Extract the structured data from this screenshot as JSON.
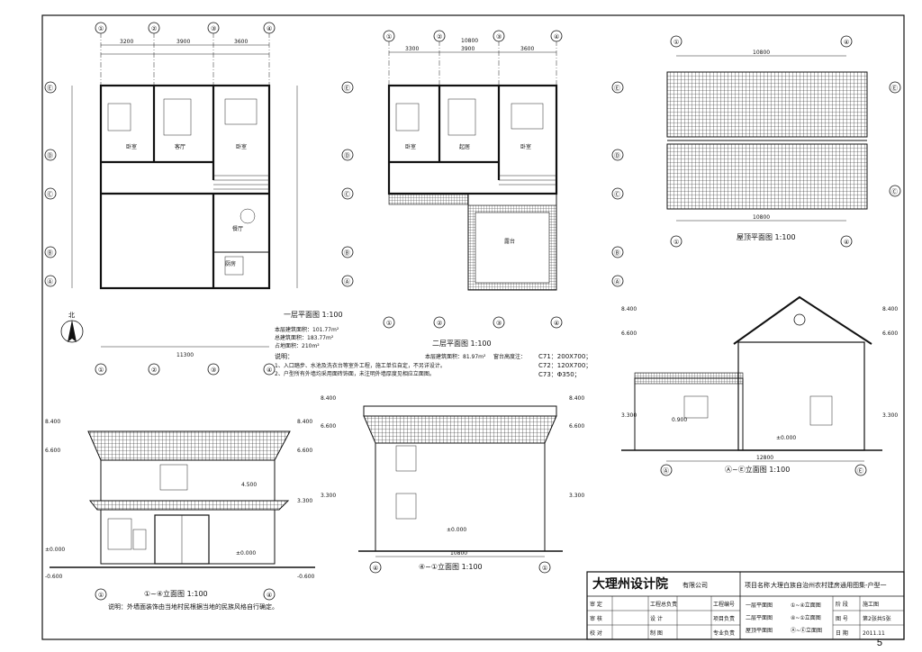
{
  "company": {
    "name": "大理州设计院",
    "suffix": "有限公司"
  },
  "project": {
    "label": "项目名称",
    "name": "大理白族自治州农村建房通用图集-户型一"
  },
  "titles": {
    "plan1": "一层平面图 1:100",
    "plan2": "二层平面图 1:100",
    "roof": "屋顶平面图 1:100",
    "elev_front": "①~④立面图 1:100",
    "elev_back": "④~①立面图 1:100",
    "elev_side": "Ⓐ~Ⓔ立面图 1:100"
  },
  "areas": {
    "plan1": [
      "本层建筑面积：101.77m²",
      "总建筑面积：183.77m²",
      "占地面积：210m²"
    ],
    "plan2": "本层建筑面积：81.97m²"
  },
  "notes": {
    "label": "说明：",
    "items": [
      "1、入口踏步、水池及洗衣台等室外工程，施工单位自定，不另详设计。",
      "2、户型所有外墙均采用面砖饰面，未注明外墙厚度见相应立面图。"
    ],
    "facade": "说明：外墙面装饰由当地村民根据当地的民族风格自行确定。"
  },
  "window_legend": {
    "label": "窗台高度注：",
    "items": [
      "C71：200X700；",
      "C72：120X700；",
      "C73：Φ350；"
    ]
  },
  "north": "北",
  "grid_labels": {
    "cols": [
      "①",
      "②",
      "③",
      "④"
    ],
    "rows": [
      "Ⓐ",
      "Ⓑ",
      "Ⓒ",
      "Ⓓ",
      "Ⓔ"
    ]
  },
  "dims": {
    "p1_top": [
      "3200",
      "3900",
      "3600"
    ],
    "p1_top_total": "11300",
    "p2_top": [
      "3300",
      "3900",
      "3600"
    ],
    "p2_top_total": "10800",
    "roof_total": "10800",
    "elev_back_total": "10800",
    "elev_side_total": "12800"
  },
  "levels": [
    "8.400",
    "6.600",
    "3.300",
    "±0.000",
    "-0.600",
    "4.500",
    "0.900"
  ],
  "rooms": {
    "p1": [
      "卧室",
      "客厅",
      "卧室",
      "厨房",
      "餐厅"
    ],
    "p2": [
      "卧室",
      "起居",
      "卧室",
      "露台"
    ]
  },
  "title_block": {
    "rows": [
      [
        "审 定",
        "",
        "工程总负责",
        "",
        "工程编号"
      ],
      [
        "审 核",
        "",
        "设 计",
        "",
        "项目负责"
      ],
      [
        "校 对",
        "",
        "制 图",
        "",
        "专业负责"
      ]
    ],
    "contents": [
      "一层平面图",
      "二层平面图",
      "屋顶平面图",
      "①~④立面图",
      "④~①立面图",
      "Ⓐ~Ⓔ立面图"
    ],
    "meta_labels": [
      "阶 段",
      "图 号",
      "日 期"
    ],
    "meta_values": [
      "施工图",
      "第2张共5张",
      "2011.11"
    ]
  },
  "page_number": "5"
}
